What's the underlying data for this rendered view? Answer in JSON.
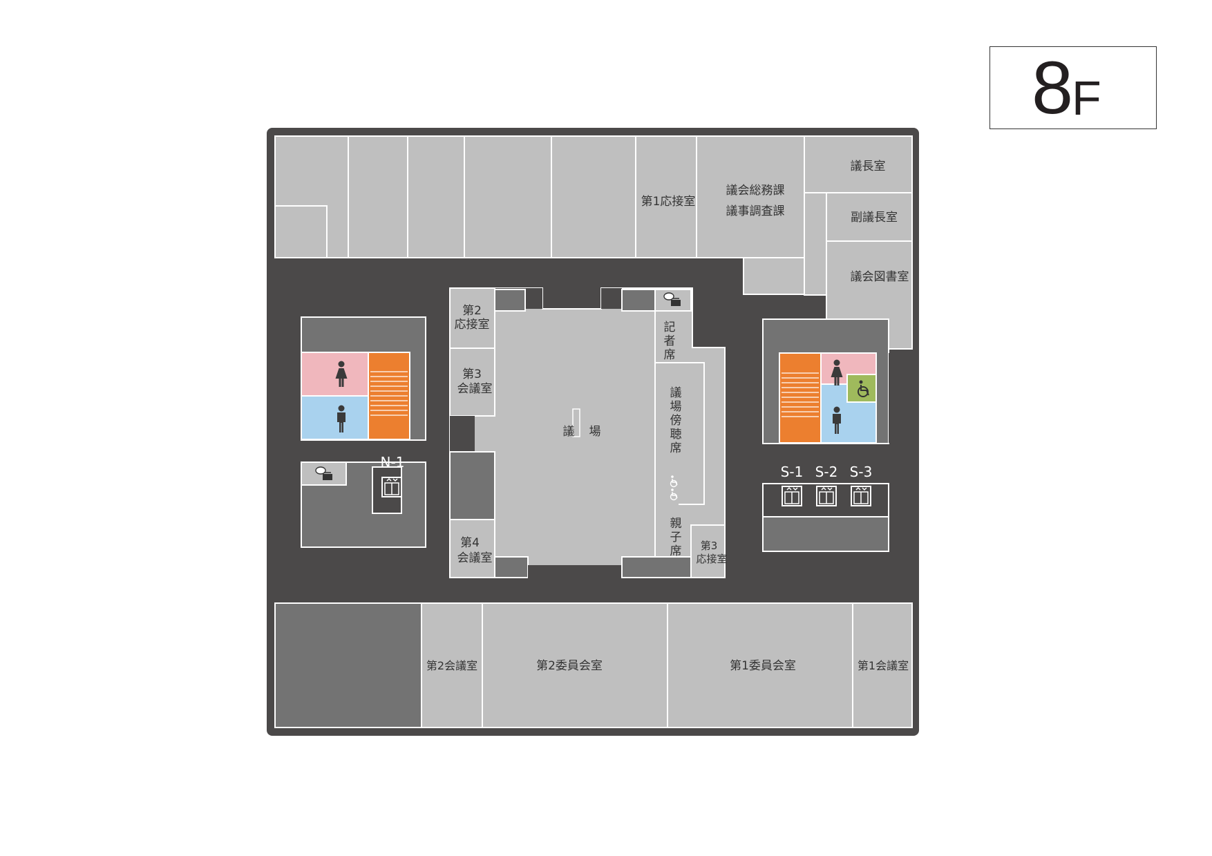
{
  "floor": {
    "number": "8",
    "unit": "F"
  },
  "colors": {
    "corridor": "#4b4949",
    "room": "#bfbfbf",
    "core": "#737373",
    "toilet_female": "#f0b7bd",
    "toilet_male": "#a9d2ee",
    "stairs": "#ec7f2f",
    "accessible": "#9fba5c",
    "wall_line": "#ffffff",
    "label": "#333333"
  },
  "rooms": {
    "reception_1": "第1応接室",
    "general_affairs": "議会総務課",
    "research": "議事調査課",
    "chairman": "議長室",
    "vice_chairman": "副議長室",
    "library": "議会図書室",
    "reception_2": [
      "第2",
      "応接室"
    ],
    "meeting_3": [
      "第3",
      "会議室"
    ],
    "meeting_4": [
      "第4",
      "会議室"
    ],
    "reception_3": [
      "第3",
      "応接室"
    ],
    "chamber": [
      "議",
      "場"
    ],
    "press_seats": [
      "記",
      "者",
      "席"
    ],
    "gallery": [
      "議",
      "場",
      "傍",
      "聴",
      "席"
    ],
    "family_seats": [
      "親",
      "子",
      "席"
    ],
    "meeting_2": "第2会議室",
    "committee_2": "第2委員会室",
    "committee_1": "第1委員会室",
    "meeting_1": "第1会議室"
  },
  "elevators": {
    "north": "N-1",
    "south": [
      "S-1",
      "S-2",
      "S-3"
    ]
  },
  "icons": {
    "female": "female-toilet-icon",
    "male": "male-toilet-icon",
    "accessible": "wheelchair-icon",
    "elevator": "elevator-icon",
    "kitchen": "kettle-icon"
  }
}
